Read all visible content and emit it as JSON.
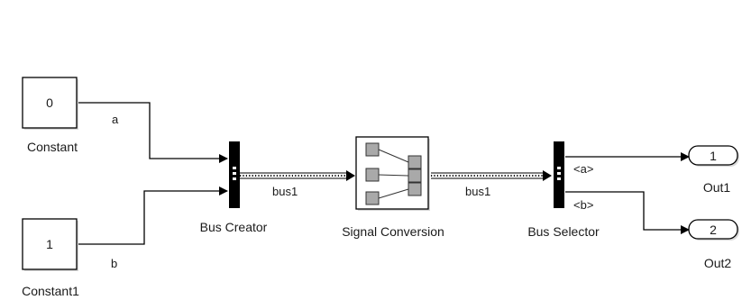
{
  "diagram": {
    "blocks": {
      "constant": {
        "label": "Constant",
        "value": "0"
      },
      "constant1": {
        "label": "Constant1",
        "value": "1"
      },
      "bus_creator": {
        "label": "Bus Creator"
      },
      "signal_conversion": {
        "label": "Signal Conversion"
      },
      "bus_selector": {
        "label": "Bus Selector"
      },
      "out1": {
        "label": "Out1",
        "port": "1"
      },
      "out2": {
        "label": "Out2",
        "port": "2"
      }
    },
    "signals": {
      "a": "a",
      "b": "b",
      "bus1_in": "bus1",
      "bus1_out": "bus1",
      "sel_a": "<a>",
      "sel_b": "<b>"
    }
  }
}
